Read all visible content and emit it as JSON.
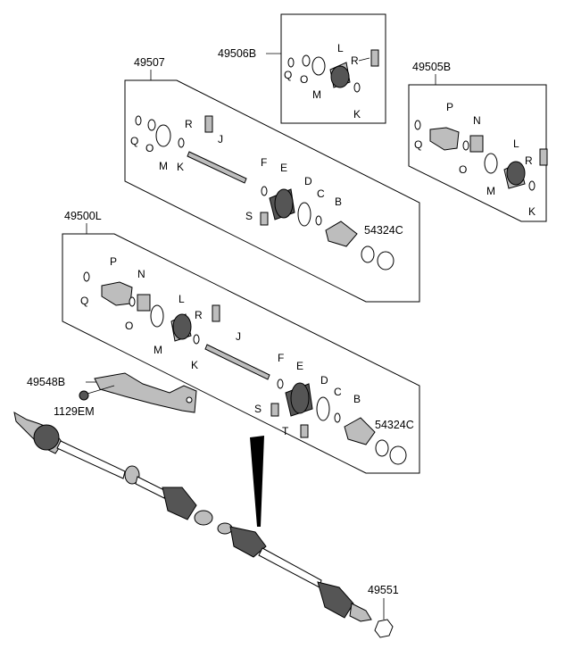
{
  "assemblies": {
    "main": "49500L",
    "left_shaft": "49507",
    "outer_boot_kit": "49506B",
    "inner_boot_kit": "49505B",
    "bracket": "49548B",
    "bolt": "1129EM",
    "nut": "49551",
    "ring": "54324C"
  },
  "letters": {
    "B": "B",
    "C": "C",
    "D": "D",
    "E": "E",
    "F": "F",
    "J": "J",
    "K": "K",
    "L": "L",
    "M": "M",
    "N": "N",
    "O": "O",
    "P": "P",
    "Q": "Q",
    "R": "R",
    "S": "S",
    "T": "T"
  }
}
